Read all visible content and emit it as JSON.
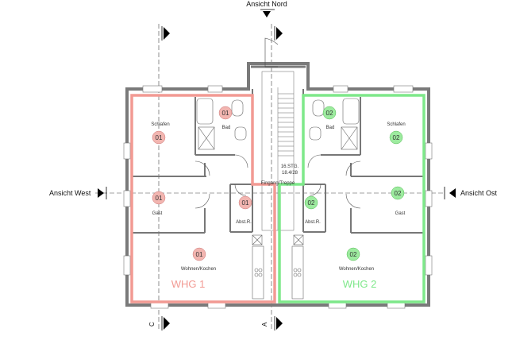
{
  "colors": {
    "unit1": "#f29a93",
    "unit1_fill": "#f2b5b0",
    "unit2": "#7ee88a",
    "unit2_fill": "#9deb9f",
    "wall": "#7a7a7a",
    "line": "#555555"
  },
  "views": {
    "north": "Ansicht Nord",
    "west": "Ansicht West",
    "east": "Ansicht Ost"
  },
  "sections": {
    "c": "C",
    "a": "A"
  },
  "stair": {
    "line1": "16.STG.",
    "line2": "18.4/28",
    "label": "Eingang/Treppe"
  },
  "units": [
    {
      "label": "WHG 1",
      "rooms": [
        {
          "num": "01",
          "name": "Schlafen"
        },
        {
          "num": "01",
          "name": "Bad"
        },
        {
          "num": "01",
          "name": "Gast"
        },
        {
          "num": "01",
          "name": "Abst.R."
        },
        {
          "num": "01",
          "name": "Wohnen/Kochen"
        }
      ]
    },
    {
      "label": "WHG 2",
      "rooms": [
        {
          "num": "02",
          "name": "Schlafen"
        },
        {
          "num": "02",
          "name": "Bad"
        },
        {
          "num": "02",
          "name": "Gast"
        },
        {
          "num": "02",
          "name": "Abst.R."
        },
        {
          "num": "02",
          "name": "Wohnen/Kochen"
        }
      ]
    }
  ]
}
